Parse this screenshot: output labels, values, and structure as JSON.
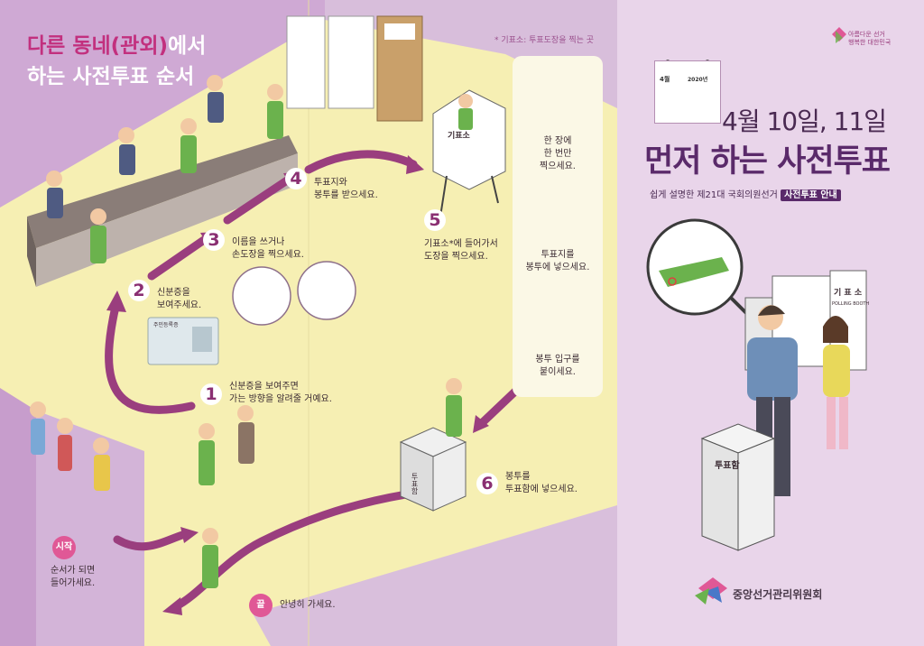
{
  "title": {
    "line1_highlight": "다른 동네(관외)",
    "line1_rest": "에서",
    "line2": "하는 사전투표 순서"
  },
  "note": "* 기표소: 투표도장을 찍는 곳",
  "steps": [
    {
      "num": "1",
      "text": "신분증을 보여주면\n가는 방향을 알려줄 거예요."
    },
    {
      "num": "2",
      "text": "신분증을\n보여주세요."
    },
    {
      "num": "3",
      "text": "이름을 쓰거나\n손도장을 찍으세요."
    },
    {
      "num": "4",
      "text": "투표지와\n봉투를 받으세요."
    },
    {
      "num": "5",
      "text": "기표소*에 들어가서\n도장을 찍으세요."
    },
    {
      "num": "6",
      "text": "봉투를\n투표함에 넣으세요."
    }
  ],
  "start": {
    "tag": "시작",
    "text": "순서가 되면\n들어가세요."
  },
  "end": {
    "tag": "끝",
    "text": "안녕히 가세요."
  },
  "panel": [
    "한 장에\n한 번만\n찍으세요.",
    "투표지를\n봉투에 넣으세요.",
    "봉투 입구를\n붙이세요."
  ],
  "booth_label": "기표소",
  "ballot_box_label": "투표함",
  "id_card_label": "주민등록증",
  "cover": {
    "brand": "아름다운 선거\n행복한 대한민국",
    "calendar_month": "4월",
    "calendar_year": "2020년",
    "dates": "4월 10일, 11일",
    "title": "먼저 하는 사전투표",
    "subtitle": "쉽게 설명한 제21대 국회의원선거",
    "badge": "사전투표 안내",
    "booth_sign": "기 표 소",
    "booth_sign_sub": "POLLING BOOTH",
    "ballot_box": "투표함",
    "org": "중앙선거관리위원회"
  },
  "colors": {
    "accent": "#c2307e",
    "purple": "#9a3e7e",
    "path": "#9a3e7e",
    "cover_bg": "#e9d5ea",
    "floor": "#f6efb3"
  }
}
